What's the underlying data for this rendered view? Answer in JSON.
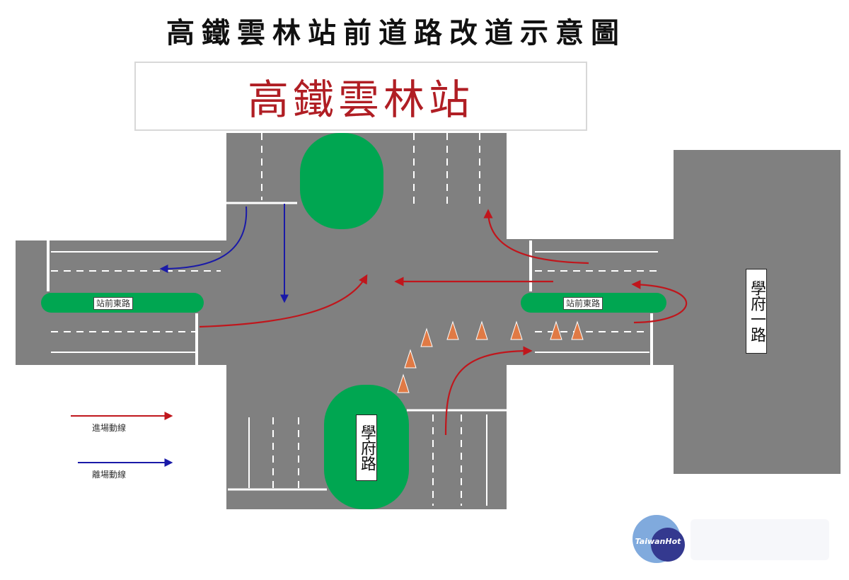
{
  "title": "高鐵雲林站前道路改道示意圖",
  "station": "高鐵雲林站",
  "roads": {
    "station_east_road_left": "站前東路",
    "station_east_road_right": "站前東路",
    "xuefu_road": "學府路",
    "xuefu_1st_road": "學府一路"
  },
  "legend": {
    "entry": "進場動線",
    "exit": "離場動線"
  },
  "colors": {
    "road": "#808080",
    "median": "#00a651",
    "entry_arrow": "#c0161c",
    "exit_arrow": "#1a1aa8",
    "cone": "#e07a45",
    "lane_marking": "#ffffff"
  },
  "watermark": "TaiwanHot"
}
